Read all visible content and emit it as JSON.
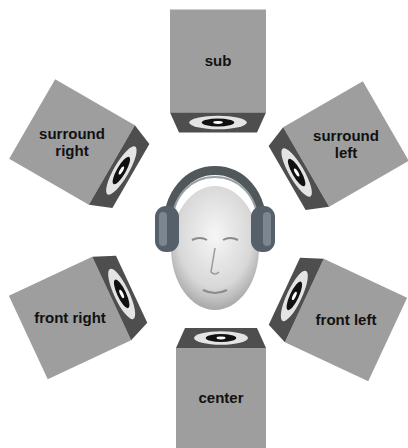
{
  "diagram": {
    "nodes": [
      {
        "text": [
          "sub"
        ]
      },
      {
        "text": [
          "surround right"
        ]
      },
      {
        "text": [
          "surround left"
        ]
      },
      {
        "text": [
          "front right"
        ]
      },
      {
        "text": [
          "front left"
        ]
      },
      {
        "text": [
          "center"
        ]
      }
    ]
  }
}
